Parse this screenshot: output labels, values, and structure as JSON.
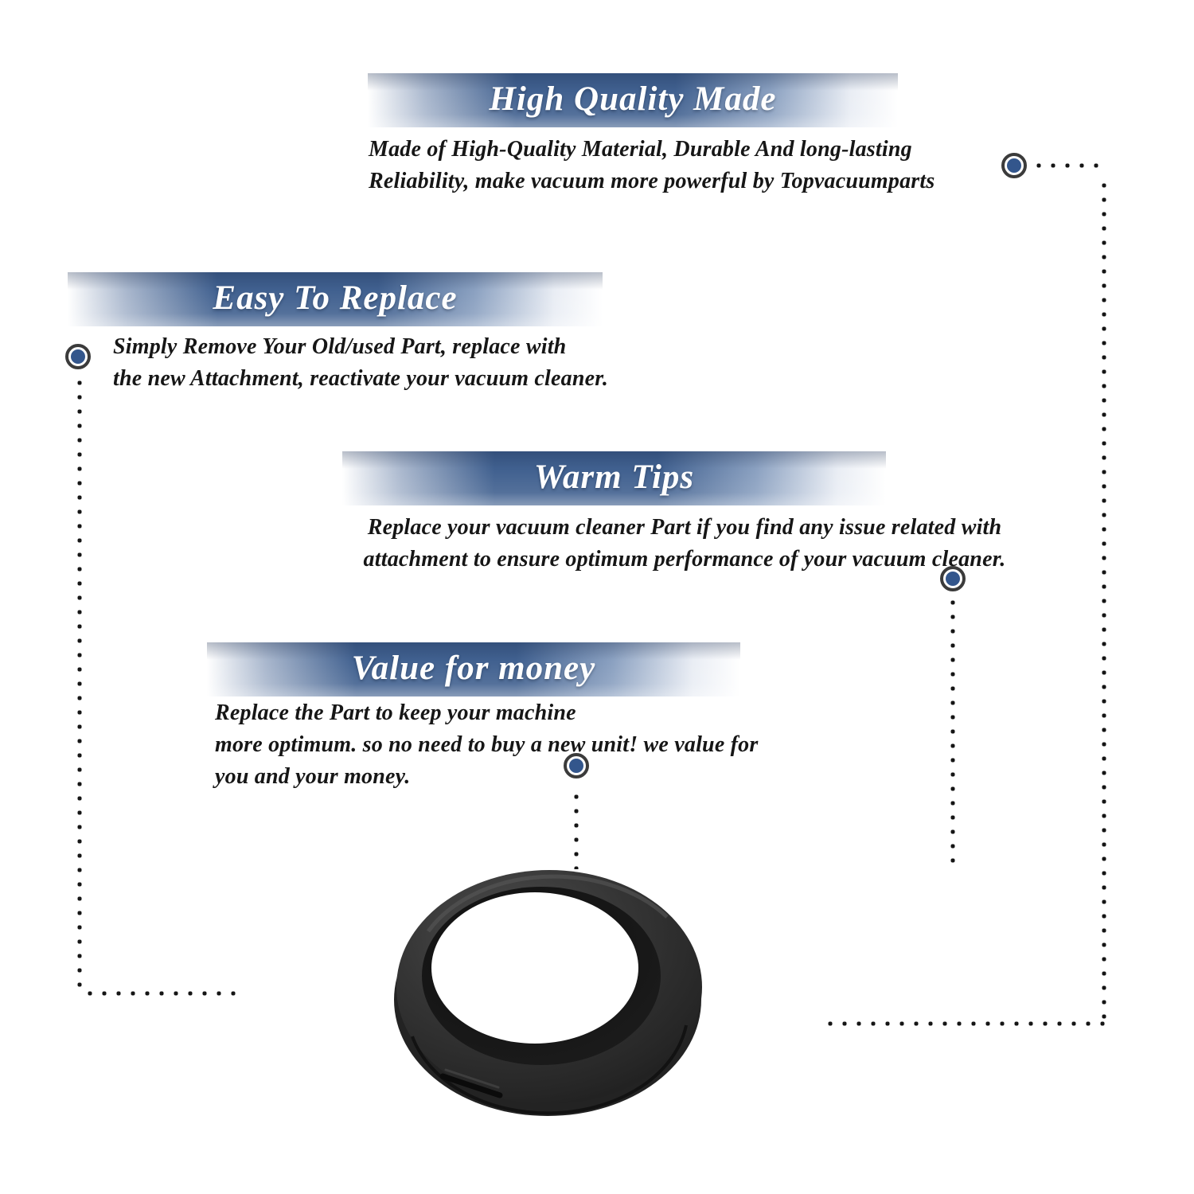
{
  "colors": {
    "banner_blue": "#40608f",
    "bullet_blue": "#33568c",
    "bullet_ring": "#3b3b3b",
    "dot_black": "#151515",
    "text_dark": "#161616",
    "banner_text": "#ffffff",
    "ring_dark": "#2b2b2b"
  },
  "sections": {
    "high_quality": {
      "title": "High Quality Made",
      "body": "Made of  High-Quality Material, Durable And long-lasting\nReliability, make vacuum more powerful by Topvacuumparts"
    },
    "easy_replace": {
      "title": "Easy To Replace",
      "body": "Simply Remove Your Old/used Part, replace with\nthe new Attachment, reactivate your vacuum cleaner."
    },
    "warm_tips": {
      "title": "Warm Tips",
      "body": "Replace your vacuum cleaner Part if you find any issue related with\nattachment to ensure optimum performance of your vacuum cleaner."
    },
    "value_money": {
      "title": "Value for money",
      "body": "Replace the Part to keep your machine\nmore optimum. so no need to buy a new unit! we value for\nyou and your money."
    }
  },
  "product": {
    "alt": "black rubber gasket seal ring"
  }
}
